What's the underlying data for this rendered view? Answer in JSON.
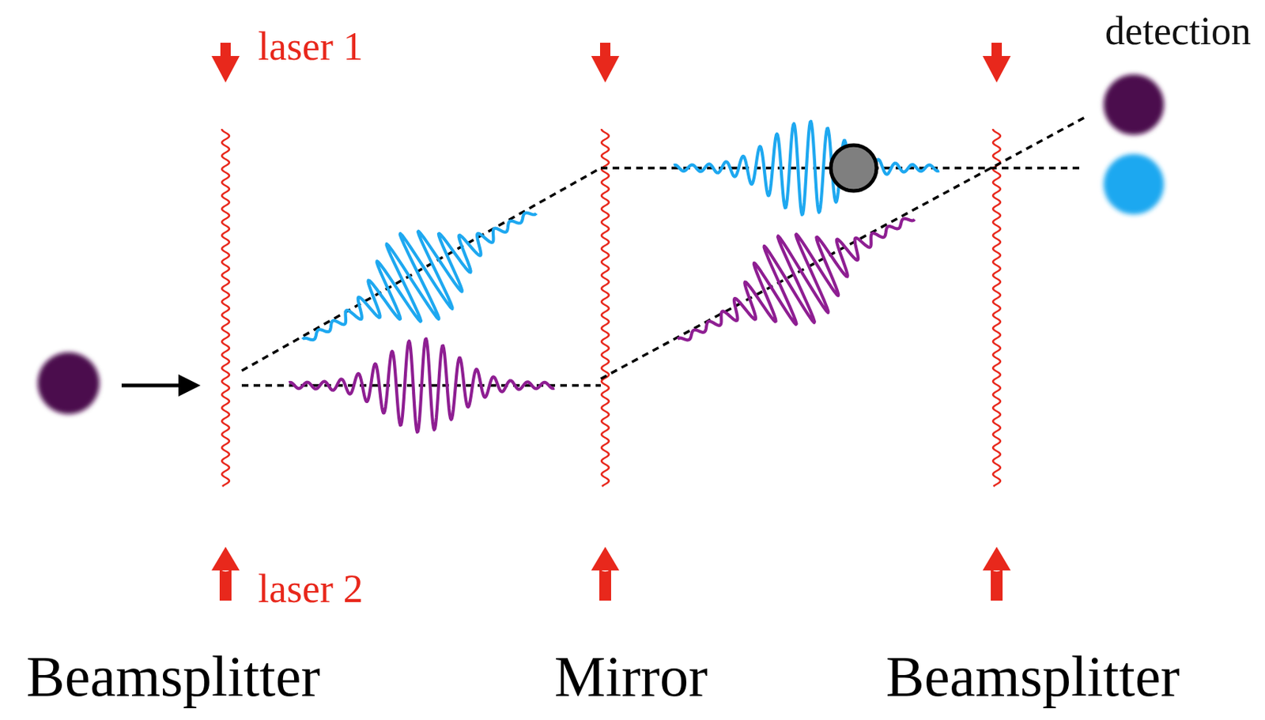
{
  "diagram": {
    "labels": [
      "laser 1",
      "detection",
      "laser 2",
      "Beamsplitter",
      "Mirror",
      "Beamsplitter"
    ]
  }
}
